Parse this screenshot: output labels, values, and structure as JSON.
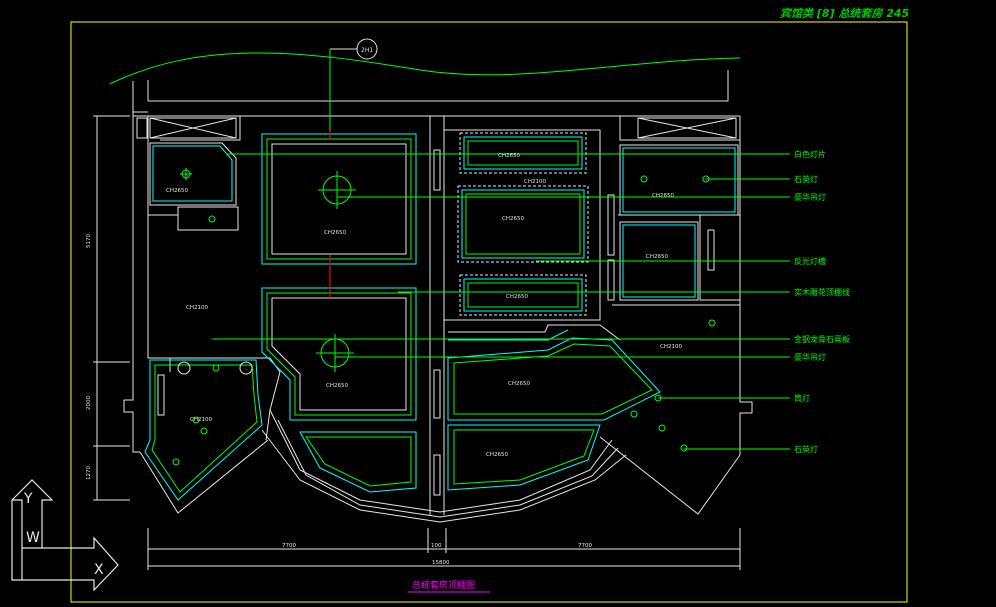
{
  "header": {
    "title": "宾馆类 [8] 总统套房 245"
  },
  "drawing": {
    "title": "总统套房顶棚图",
    "ucs": {
      "y_label": "Y",
      "w_label": "W",
      "x_label": "X"
    },
    "section_marker": "2H1"
  },
  "room_labels": [
    {
      "id": "ch2650-tl",
      "text": "CH2650"
    },
    {
      "id": "ch2650-big1",
      "text": "CH2650"
    },
    {
      "id": "ch2650-strip1",
      "text": "CH2650"
    },
    {
      "id": "ch2100-mid",
      "text": "CH2100"
    },
    {
      "id": "ch2650-mid",
      "text": "CH2650"
    },
    {
      "id": "ch2650-strip2",
      "text": "CH2650"
    },
    {
      "id": "ch2650-r1",
      "text": "CH2650"
    },
    {
      "id": "ch2650-r2",
      "text": "CH2650"
    },
    {
      "id": "ch2100-left",
      "text": "CH2100"
    },
    {
      "id": "ch2650-big2",
      "text": "CH2650"
    },
    {
      "id": "ch2100-right",
      "text": "CH2100"
    },
    {
      "id": "ch2100-bl",
      "text": "CH2100"
    },
    {
      "id": "ch2650-curve1",
      "text": "CH2650"
    },
    {
      "id": "ch2650-curve2",
      "text": "CH2650"
    }
  ],
  "callouts": [
    {
      "id": "c1",
      "text": "白色灯片"
    },
    {
      "id": "c2",
      "text": "石英灯"
    },
    {
      "id": "c3",
      "text": "豪华吊灯"
    },
    {
      "id": "c4",
      "text": "反光灯槽"
    },
    {
      "id": "c5",
      "text": "实木雕花顶棚线"
    },
    {
      "id": "c6",
      "text": "金钢龙骨石膏板"
    },
    {
      "id": "c7",
      "text": "豪华吊灯"
    },
    {
      "id": "c8",
      "text": "筒灯"
    },
    {
      "id": "c9",
      "text": "石英灯"
    }
  ],
  "dimensions": {
    "bottom": [
      "7700",
      "100",
      "7700"
    ],
    "total": "15800",
    "left": [
      "5170",
      "2000",
      "1270"
    ]
  }
}
